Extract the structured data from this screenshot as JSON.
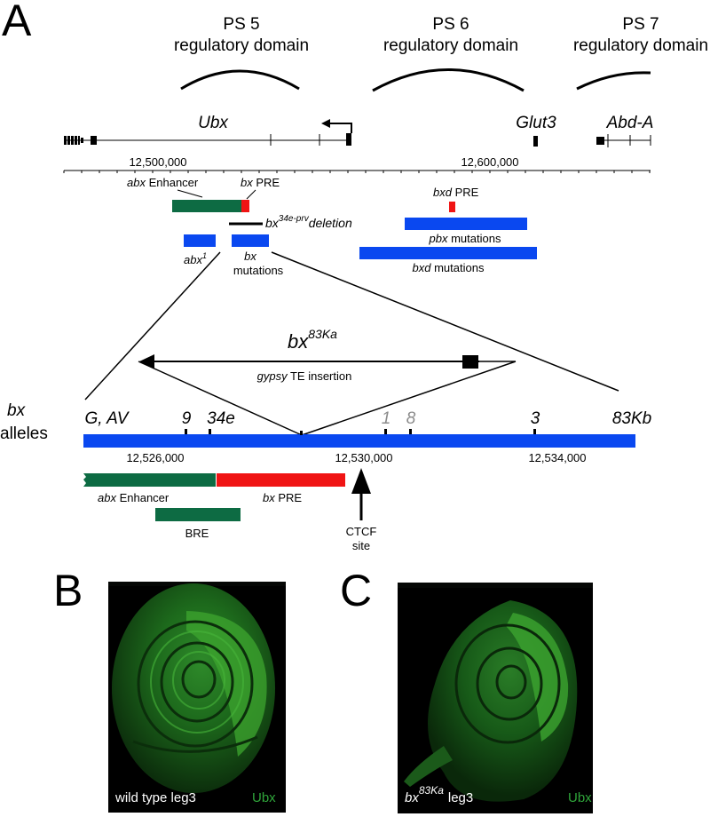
{
  "panels": {
    "a": "A",
    "b": "B",
    "c": "C"
  },
  "domains": [
    {
      "name": "PS 5",
      "sub": "regulatory domain"
    },
    {
      "name": "PS 6",
      "sub": "regulatory domain"
    },
    {
      "name": "PS 7",
      "sub": "regulatory domain"
    }
  ],
  "genes": {
    "ubx": "Ubx",
    "glut3": "Glut3",
    "abda": "Abd-A"
  },
  "coords_top": [
    "12,500,000",
    "12,600,000"
  ],
  "features": {
    "abx_enhancer_it": "abx",
    "abx_enhancer_rest": " Enhancer",
    "bx_pre_it": "bx",
    "bx_pre_rest": " PRE",
    "bx_del_base": "bx",
    "bx_del_sup": "34e-prv",
    "bx_del_rest": "deletion",
    "bxd_pre_it": "bxd",
    "bxd_pre_rest": " PRE",
    "pbx_it": "pbx",
    "pbx_rest": " mutations",
    "bxd_it": "bxd",
    "bxd_rest": " mutations",
    "abx1_base": "abx",
    "abx1_sup": "1",
    "bx_mut_it": "bx",
    "bx_mut_rest": "mutations"
  },
  "insertion": {
    "base": "bx",
    "sup": "83Ka",
    "te_it": "gypsy",
    "te_rest": " TE insertion"
  },
  "alleles": {
    "label_it": "bx",
    "label_rest": "alleles",
    "items": [
      "G, AV",
      "9",
      "34e",
      "1",
      "8",
      "3",
      "83Kb"
    ],
    "grey": [
      "1",
      "8"
    ]
  },
  "coords_bottom": [
    "12,526,000",
    "12,530,000",
    "12,534,000"
  ],
  "lower": {
    "abx_enh_it": "abx",
    "abx_enh_rest": " Enhancer",
    "bx_pre_it": "bx",
    "bx_pre_rest": " PRE",
    "bre": "BRE",
    "ctcf_1": "CTCF",
    "ctcf_2": "site"
  },
  "micro": {
    "b_label": "wild type leg3",
    "b_stain": "Ubx",
    "c_geno": "bx",
    "c_sup": "83Ka",
    "c_rest": "leg3",
    "c_stain": "Ubx"
  },
  "colors": {
    "blue": "#0a48f0",
    "green": "#0d6b43",
    "red": "#f01414",
    "grey": "#8c8c8c",
    "stain": "#2fa53a"
  }
}
